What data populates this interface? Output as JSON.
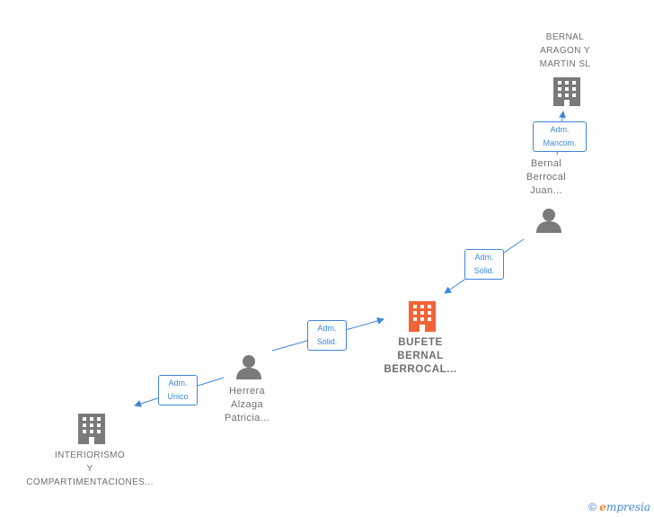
{
  "nodes": {
    "bernal_aragon": {
      "label_lines": [
        "BERNAL",
        "ARAGON Y",
        "MARTIN  SL"
      ]
    },
    "bernal_berrocal": {
      "label_lines": [
        "Bernal",
        "Berrocal",
        "Juan..."
      ]
    },
    "bufete": {
      "label_lines": [
        "BUFETE",
        "BERNAL",
        "BERROCAL..."
      ]
    },
    "herrera": {
      "label_lines": [
        "Herrera",
        "Alzaga",
        "Patricia..."
      ]
    },
    "interiorismo": {
      "label_lines": [
        "INTERIORISMO",
        "Y",
        "COMPARTIMENTACIONES..."
      ]
    }
  },
  "edges": {
    "adm_mancom": {
      "lines": [
        "Adm.",
        "Mancom."
      ]
    },
    "adm_solid_1": {
      "lines": [
        "Adm.",
        "Solid."
      ]
    },
    "adm_solid_2": {
      "lines": [
        "Adm.",
        "Solid."
      ]
    },
    "adm_unico": {
      "lines": [
        "Adm.",
        "Unico"
      ]
    }
  },
  "footer": {
    "copyright": "©",
    "brand_first": "e",
    "brand_rest": "mpresia"
  },
  "colors": {
    "edge": "#3f86d9",
    "node_gray": "#7a7a7a",
    "main_company": "#f26436"
  },
  "icons": {
    "company": "building-icon",
    "person": "person-icon"
  }
}
